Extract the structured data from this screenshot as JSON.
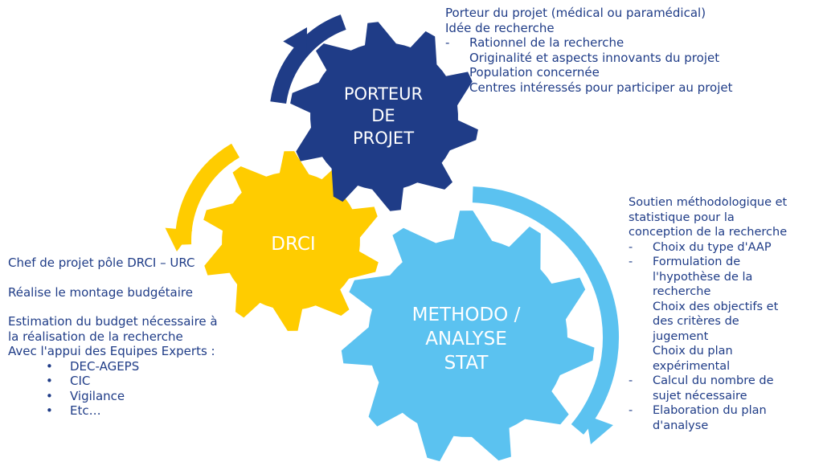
{
  "colors": {
    "dark_blue": "#1f3c87",
    "yellow": "#ffcc00",
    "light_blue": "#5bc2f0",
    "text": "#1f3c87",
    "label": "#ffffff"
  },
  "gears": {
    "porteur": {
      "lines": [
        "PORTEUR",
        "DE",
        "PROJET"
      ]
    },
    "drci": {
      "lines": [
        "DRCI"
      ]
    },
    "methodo": {
      "lines": [
        "METHODO /",
        "ANALYSE",
        "STAT"
      ]
    }
  },
  "porteur_text": {
    "lines": [
      "Porteur du projet (médical ou paramédical)",
      "Idée de recherche"
    ],
    "items": [
      {
        "marker": "-",
        "text": "Rationnel de la recherche"
      },
      {
        "marker": "",
        "text": "Originalité et aspects innovants du projet"
      },
      {
        "marker": "",
        "text": "Population concernée"
      },
      {
        "marker": "",
        "text": "Centres intéressés pour participer au projet"
      }
    ]
  },
  "drci_text": {
    "line1": "Chef de projet pôle DRCI – URC",
    "line2": "Réalise le montage budgétaire",
    "line3": [
      "Estimation du budget nécessaire à",
      "la réalisation de la recherche",
      "Avec l'appui des Equipes Experts :"
    ],
    "bullets": [
      {
        "marker": "•",
        "text": "DEC-AGEPS"
      },
      {
        "marker": "•",
        "text": "CIC"
      },
      {
        "marker": "•",
        "text": "Vigilance"
      },
      {
        "marker": "•",
        "text": "Etc…"
      }
    ]
  },
  "methodo_text": {
    "lines": [
      "Soutien méthodologique et",
      "statistique pour la",
      "conception de  la recherche"
    ],
    "items": [
      {
        "marker": "-",
        "text": [
          "Choix du type d'AAP"
        ]
      },
      {
        "marker": "-",
        "text": [
          "Formulation de",
          "l'hypothèse de la",
          "recherche"
        ]
      },
      {
        "marker": "",
        "text": [
          "Choix des objectifs et",
          "des critères de",
          "jugement"
        ]
      },
      {
        "marker": "",
        "text": [
          "Choix du plan",
          "expérimental"
        ]
      },
      {
        "marker": "-",
        "text": [
          "Calcul du nombre de",
          "sujet nécessaire"
        ]
      },
      {
        "marker": "-",
        "text": [
          "Elaboration du plan",
          "d'analyse"
        ]
      }
    ]
  }
}
